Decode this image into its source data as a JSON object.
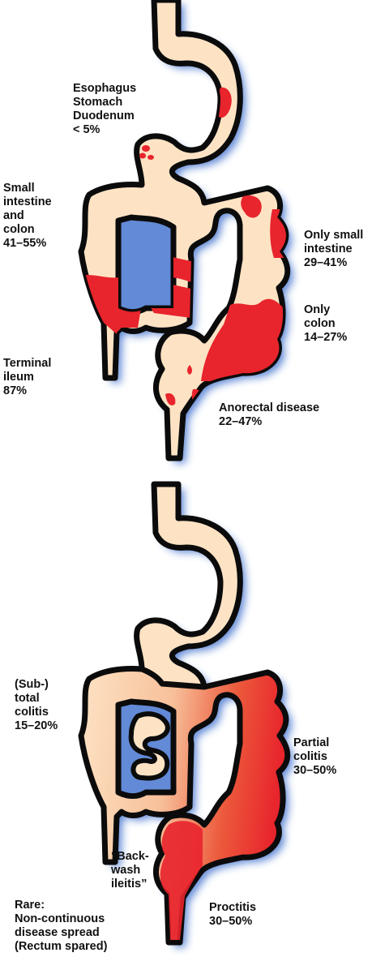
{
  "colors": {
    "tissue": "#fde3c4",
    "outline": "#0b0b0b",
    "inflamed": "#e8242c",
    "glow": "#2f64c9"
  },
  "crohn": {
    "upper_gi": "Esophagus\nStomach\nDuodenum\n< 5%",
    "small_and_colon": "Small\nintestine\nand\ncolon\n41–55%",
    "only_small": "Only small\nintestine\n29–41%",
    "only_colon": "Only\ncolon\n14–27%",
    "terminal_ileum": "Terminal\nileum\n87%",
    "anorectal": "Anorectal disease\n22–47%"
  },
  "uc": {
    "total_colitis": "(Sub-)\ntotal\ncolitis\n15–20%",
    "partial_colitis": "Partial\ncolitis\n30–50%",
    "backwash": "“Back-\nwash\nileitis”",
    "proctitis": "Proctitis\n30–50%",
    "rare": "Rare:\nNon-continuous\ndisease spread\n(Rectum spared)"
  }
}
